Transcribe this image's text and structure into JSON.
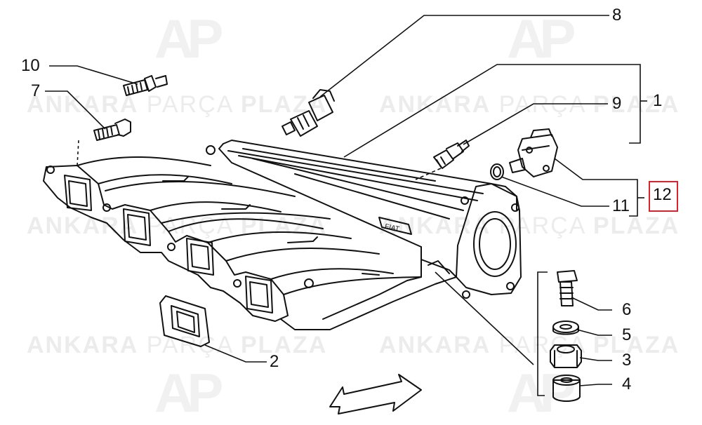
{
  "watermark": {
    "brand_bold_1": "ANKARA",
    "brand_light": "PARÇA",
    "brand_bold_2": "PLAZA",
    "logo_text": "AP"
  },
  "callouts": [
    {
      "label": "8"
    },
    {
      "label": "10"
    },
    {
      "label": "7"
    },
    {
      "label": "9"
    },
    {
      "label": "1"
    },
    {
      "label": "11"
    },
    {
      "label": "12",
      "highlighted": true
    },
    {
      "label": "6"
    },
    {
      "label": "5"
    },
    {
      "label": "3"
    },
    {
      "label": "4"
    },
    {
      "label": "2"
    }
  ],
  "colors": {
    "line": "#111111",
    "highlight_box": "#d6252a",
    "watermark": "#ececec"
  }
}
